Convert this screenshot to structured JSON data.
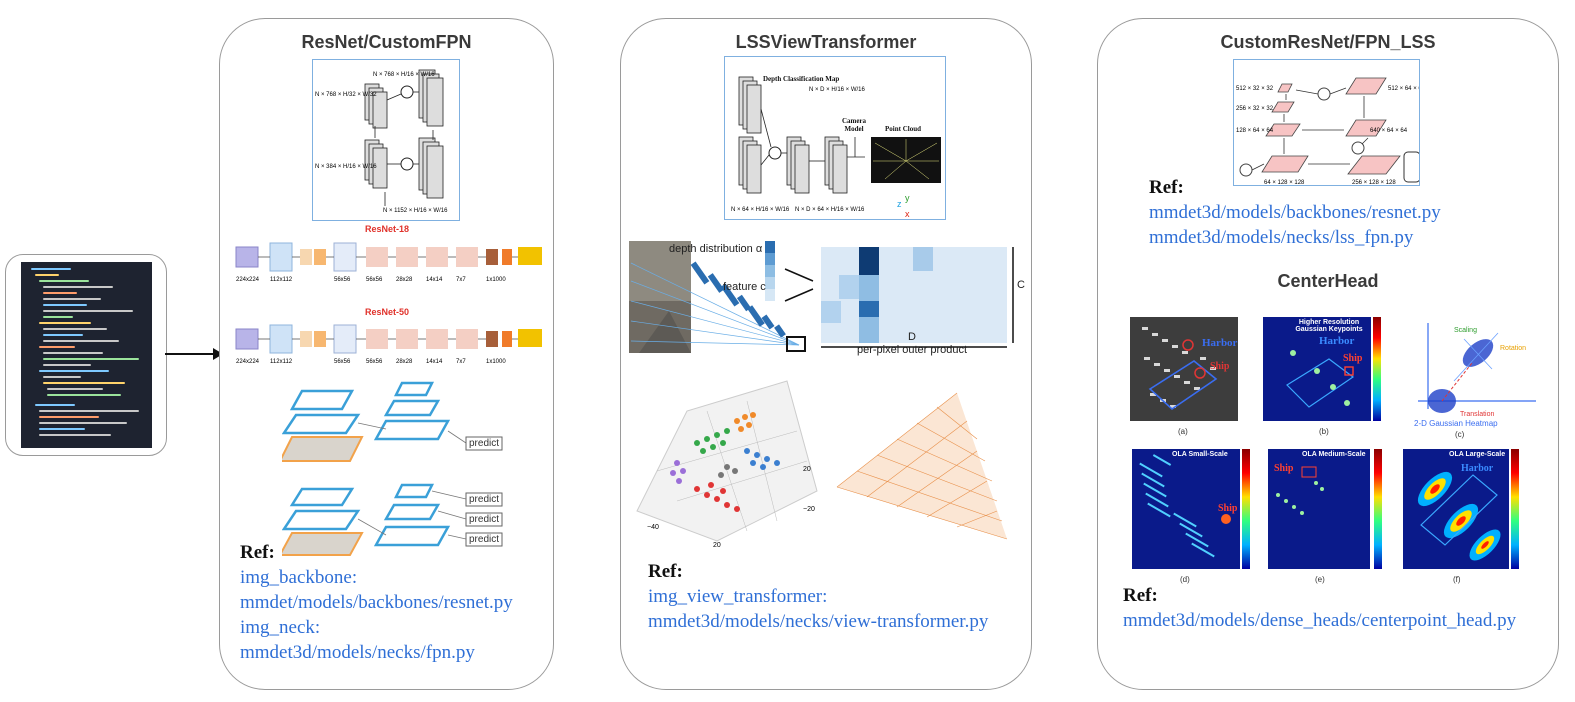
{
  "panels": {
    "backbone": {
      "title": "ResNet/CustomFPN",
      "resnet18_label": "ResNet-18",
      "resnet50_label": "ResNet-50",
      "predict_labels": [
        "predict",
        "predict",
        "predict",
        "predict"
      ],
      "ref_heading": "Ref:",
      "refs": [
        "img_backbone:",
        "mmdet/models/backbones/resnet.py",
        "img_neck:",
        "mmdet3d/models/necks/fpn.py"
      ]
    },
    "view_transformer": {
      "title": "LSSViewTransformer",
      "diagram_labels": {
        "depth_map": "Depth Classification Map",
        "camera_model": "Camera Model",
        "point_cloud": "Point Cloud"
      },
      "outer_product_labels": {
        "depth_dist": "depth distribution α",
        "feature": "feature c",
        "c_axis": "C",
        "d_axis": "D",
        "caption": "per-pixel outer product"
      },
      "ref_heading": "Ref:",
      "refs": [
        "img_view_transformer:",
        "mmdet3d/models/necks/view-transformer.py"
      ]
    },
    "head": {
      "title": "CustomResNet/FPN_LSS",
      "ref_heading": "Ref:",
      "refs": [
        "mmdet3d/models/backbones/resnet.py",
        "mmdet3d/models/necks/lss_fpn.py"
      ],
      "subtitle": "CenterHead",
      "heatmap_labels": {
        "harbor": "Harbor",
        "ship": "Ship",
        "hr_title": "Higher Resolution Gaussian Keypoints",
        "scaling": "Scaling",
        "rotation": "Rotation",
        "translation": "Translation",
        "gaussian": "2-D Gaussian Heatmap",
        "ola_small": "OLA Small-Scale",
        "ola_medium": "OLA Medium-Scale",
        "ola_large": "OLA Large-Scale"
      },
      "captions": [
        "(a)",
        "(b)",
        "(c)",
        "(d)",
        "(e)",
        "(f)"
      ],
      "ref2_heading": "Ref:",
      "refs2": [
        "mmdet3d/models/dense_heads/centerpoint_head.py"
      ]
    }
  },
  "colors": {
    "link": "#2f6fd6",
    "panel_border": "#9a9a9a",
    "accent_red": "#e0312a"
  }
}
